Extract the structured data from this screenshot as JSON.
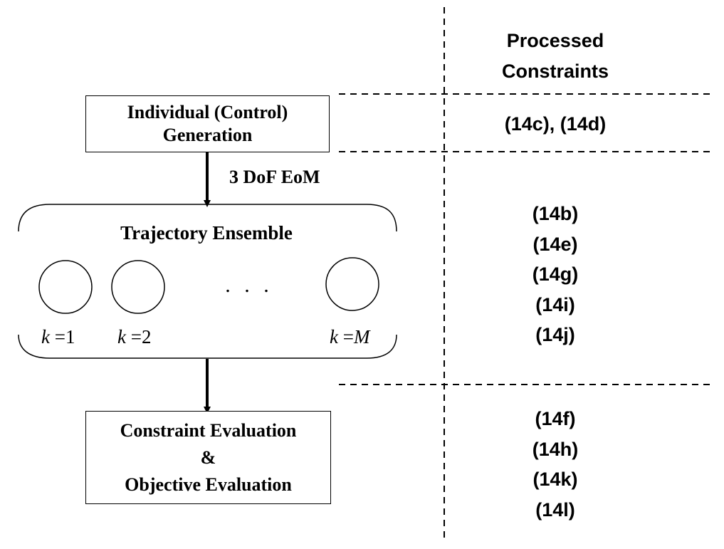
{
  "header": {
    "lines": [
      "Processed",
      "Constraints"
    ]
  },
  "flow": {
    "generation_box": [
      "Individual (Control)",
      "Generation"
    ],
    "arrow_label": "3 DoF EoM",
    "ensemble": {
      "title": "Trajectory Ensemble",
      "dots": ". . .",
      "members": [
        {
          "var": "k",
          "eq": "=",
          "val": "1"
        },
        {
          "var": "k",
          "eq": "=",
          "val": "2"
        },
        {
          "var": "k",
          "eq": "=",
          "val": "M"
        }
      ]
    },
    "evaluation_box": [
      "Constraint Evaluation",
      "&",
      "Objective Evaluation"
    ]
  },
  "constraints": {
    "generation": [
      "(14c), (14d)"
    ],
    "ensemble": [
      "(14b)",
      "(14e)",
      "(14g)",
      "(14i)",
      "(14j)"
    ],
    "evaluation": [
      "(14f)",
      "(14h)",
      "(14k)",
      "(14l)"
    ]
  }
}
